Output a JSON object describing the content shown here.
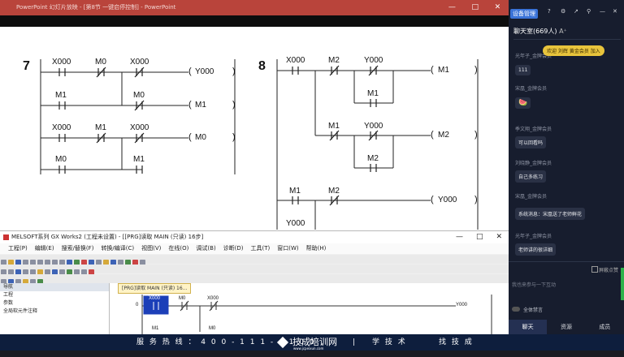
{
  "ppt": {
    "title": "PowerPoint 幻灯片放映 - [第8节 一键启停控制] - PowerPoint",
    "window_buttons": [
      "—",
      "□",
      "✕"
    ]
  },
  "diagram7": {
    "number": "7",
    "labels": {
      "x000_a": "X000",
      "m0_a": "M0",
      "x000_b": "X000",
      "y000": "Y000",
      "m1_a": "M1",
      "m0_b": "M0",
      "m1_coil": "M1",
      "x000_c": "X000",
      "m1_b": "M1",
      "x000_d": "X000",
      "m0_coil": "M0",
      "m0_c": "M0",
      "m1_c": "M1"
    }
  },
  "diagram8": {
    "number": "8",
    "labels": {
      "x000": "X000",
      "m2_a": "M2",
      "y000_a": "Y000",
      "m1_coil": "M1",
      "m1_a": "M1",
      "m1_b": "M1",
      "y000_b": "Y000",
      "m2_coil": "M2",
      "m2_b": "M2",
      "m1_c": "M1",
      "m2_c": "M2",
      "y000_coil": "Y000",
      "y000_c": "Y000"
    }
  },
  "gx": {
    "title": "MELSOFT系列 GX Works2 (工程未设置) - [[PRG]读取 MAIN (只读) 16步]",
    "window_buttons": [
      "—",
      "□",
      "✕"
    ],
    "menu": [
      "工程(P)",
      "编辑(E)",
      "搜索/替换(F)",
      "转换/编译(C)",
      "视图(V)",
      "在线(O)",
      "调试(B)",
      "诊断(D)",
      "工具(T)",
      "窗口(W)",
      "帮助(H)"
    ],
    "nav_title": "导航",
    "nav_sub": "工程",
    "nav_items": [
      "参数",
      "全局软元件注释"
    ],
    "tab": "[PRG]读取 MAIN (只读) 16...",
    "ladder": {
      "step": "0",
      "x000": "X000",
      "m0": "M0",
      "x000_b": "X000",
      "y000": "Y000",
      "m1": "M1",
      "m0_b": "M0"
    }
  },
  "chat": {
    "header_label": "设备管理",
    "room": "聊天室(669人)",
    "font_btn": "A⁺",
    "messages": [
      {
        "user": "光年子_金牌会员",
        "text": "111"
      },
      {
        "user": "宋凰_金牌会员",
        "text": "🍉"
      },
      {
        "user": "季文翔_金牌会员",
        "text": "可以回看吗"
      },
      {
        "user": "刘晓静_金牌会员",
        "text": "自己多练习"
      },
      {
        "user": "宋凰_金牌会员",
        "text": "系统消息：宋凰送了老师鲜花"
      },
      {
        "user": "光年子_金牌会员",
        "text": "老师讲的很详细"
      }
    ],
    "notice": "欢迎 刘辉 黄金会员 加入",
    "block_screen": "屏蔽点赞",
    "input_placeholder": "我也来参与一下互动",
    "mute_all": "全体禁言",
    "tabs": [
      "聊天",
      "资源",
      "成员"
    ]
  },
  "banner": {
    "hotline": "服 务 热 线 ： 4 0 0 - 1 1 1 - 4 1 0 0",
    "brand": "技成培训网",
    "site": "www.jcpeixun.com",
    "slogan1": "学  技  术",
    "slogan2": "找  技  成"
  },
  "colors": {
    "ppt_title": "#b9443b",
    "banner": "#0e1e3d",
    "chat_bg": "#171d2e"
  }
}
